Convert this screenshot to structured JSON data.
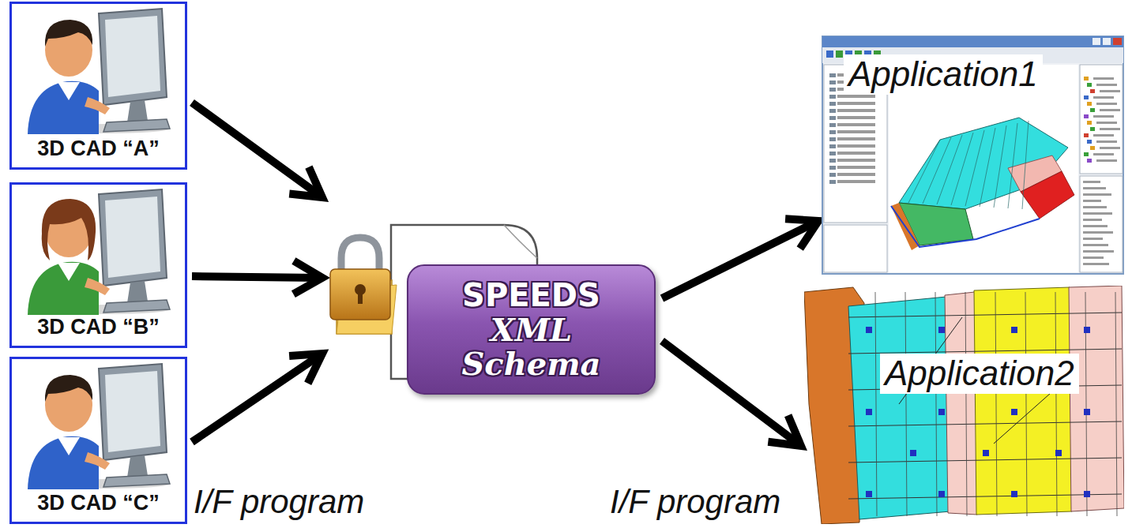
{
  "diagram": {
    "nodes": [
      {
        "text": [
          "3D CAD “A”"
        ]
      },
      {
        "text": [
          "3D CAD “B”"
        ]
      },
      {
        "text": [
          "3D CAD “C”"
        ]
      },
      {
        "text": [
          "SPEEDS",
          "XML Schema"
        ]
      },
      {
        "text": [
          "Application1"
        ]
      },
      {
        "text": [
          "Application2"
        ]
      }
    ],
    "edges": [
      {
        "from": 0,
        "to": 3,
        "arrow": "to"
      },
      {
        "from": 1,
        "to": 3,
        "arrow": "to"
      },
      {
        "from": 2,
        "to": 3,
        "arrow": "to"
      },
      {
        "from": 3,
        "to": 4,
        "arrow": "to"
      },
      {
        "from": 3,
        "to": 5,
        "arrow": "to"
      }
    ],
    "labels": [
      "I/F program",
      "I/F program"
    ]
  }
}
